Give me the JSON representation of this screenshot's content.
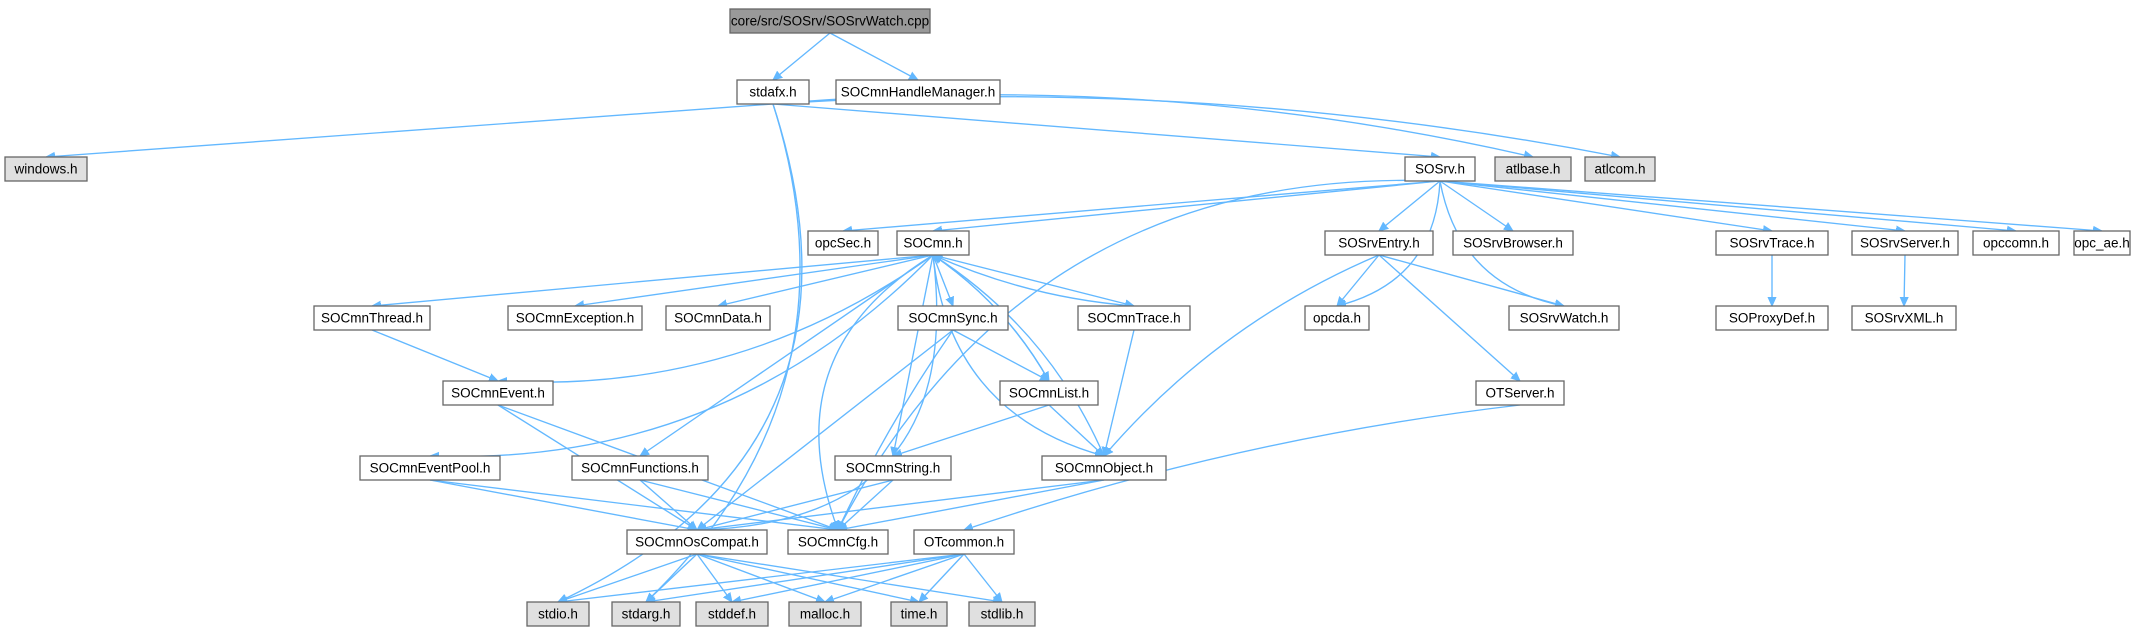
{
  "diagram": {
    "type": "include-dependency-graph",
    "colors": {
      "root_fill": "#999999",
      "local_fill": "#ffffff",
      "system_fill": "#e0e0e0",
      "border": "#666666",
      "edge": "#63b8ff"
    },
    "nodes": [
      {
        "id": "root",
        "label": "core/src/SOSrv/SOSrvWatch.cpp",
        "kind": "root"
      },
      {
        "id": "stdafx",
        "label": "stdafx.h",
        "kind": "local"
      },
      {
        "id": "hmgr",
        "label": "SOCmnHandleManager.h",
        "kind": "local"
      },
      {
        "id": "windows",
        "label": "windows.h",
        "kind": "system"
      },
      {
        "id": "sosrv",
        "label": "SOSrv.h",
        "kind": "local"
      },
      {
        "id": "atlbase",
        "label": "atlbase.h",
        "kind": "system"
      },
      {
        "id": "atlcom",
        "label": "atlcom.h",
        "kind": "system"
      },
      {
        "id": "opcsec",
        "label": "opcSec.h",
        "kind": "local"
      },
      {
        "id": "socmn",
        "label": "SOCmn.h",
        "kind": "local"
      },
      {
        "id": "sosrventry",
        "label": "SOSrvEntry.h",
        "kind": "local"
      },
      {
        "id": "sosrvbrowser",
        "label": "SOSrvBrowser.h",
        "kind": "local"
      },
      {
        "id": "sosrvtrace",
        "label": "SOSrvTrace.h",
        "kind": "local"
      },
      {
        "id": "sosrvserver",
        "label": "SOSrvServer.h",
        "kind": "local"
      },
      {
        "id": "opccomn",
        "label": "opccomn.h",
        "kind": "local"
      },
      {
        "id": "opcae",
        "label": "opc_ae.h",
        "kind": "local"
      },
      {
        "id": "socmnthread",
        "label": "SOCmnThread.h",
        "kind": "local"
      },
      {
        "id": "socmnexception",
        "label": "SOCmnException.h",
        "kind": "local"
      },
      {
        "id": "socmndata",
        "label": "SOCmnData.h",
        "kind": "local"
      },
      {
        "id": "socmnsync",
        "label": "SOCmnSync.h",
        "kind": "local"
      },
      {
        "id": "socmntrace",
        "label": "SOCmnTrace.h",
        "kind": "local"
      },
      {
        "id": "opcda",
        "label": "opcda.h",
        "kind": "local"
      },
      {
        "id": "sosrvwatch",
        "label": "SOSrvWatch.h",
        "kind": "local"
      },
      {
        "id": "soproxydef",
        "label": "SOProxyDef.h",
        "kind": "local"
      },
      {
        "id": "sosrvxml",
        "label": "SOSrvXML.h",
        "kind": "local"
      },
      {
        "id": "socmnevent",
        "label": "SOCmnEvent.h",
        "kind": "local"
      },
      {
        "id": "socmnlist",
        "label": "SOCmnList.h",
        "kind": "local"
      },
      {
        "id": "otserver",
        "label": "OTServer.h",
        "kind": "local"
      },
      {
        "id": "socmneventpool",
        "label": "SOCmnEventPool.h",
        "kind": "local"
      },
      {
        "id": "socmnfunctions",
        "label": "SOCmnFunctions.h",
        "kind": "local"
      },
      {
        "id": "socmnstring",
        "label": "SOCmnString.h",
        "kind": "local"
      },
      {
        "id": "socmnobject",
        "label": "SOCmnObject.h",
        "kind": "local"
      },
      {
        "id": "socmnoscompat",
        "label": "SOCmnOsCompat.h",
        "kind": "local"
      },
      {
        "id": "socmncfg",
        "label": "SOCmnCfg.h",
        "kind": "local"
      },
      {
        "id": "otcommon",
        "label": "OTcommon.h",
        "kind": "local"
      },
      {
        "id": "stdio",
        "label": "stdio.h",
        "kind": "system"
      },
      {
        "id": "stdarg",
        "label": "stdarg.h",
        "kind": "system"
      },
      {
        "id": "stddef",
        "label": "stddef.h",
        "kind": "system"
      },
      {
        "id": "malloc",
        "label": "malloc.h",
        "kind": "system"
      },
      {
        "id": "time",
        "label": "time.h",
        "kind": "system"
      },
      {
        "id": "stdlib",
        "label": "stdlib.h",
        "kind": "system"
      }
    ],
    "edges": [
      [
        "root",
        "stdafx"
      ],
      [
        "root",
        "hmgr"
      ],
      [
        "stdafx",
        "windows"
      ],
      [
        "stdafx",
        "sosrv"
      ],
      [
        "stdafx",
        "atlbase"
      ],
      [
        "stdafx",
        "atlcom"
      ],
      [
        "stdafx",
        "stdio"
      ],
      [
        "stdafx",
        "stdarg"
      ],
      [
        "sosrv",
        "opcsec"
      ],
      [
        "sosrv",
        "socmn"
      ],
      [
        "sosrv",
        "opcda"
      ],
      [
        "sosrv",
        "sosrventry"
      ],
      [
        "sosrv",
        "sosrvbrowser"
      ],
      [
        "sosrv",
        "sosrvwatch"
      ],
      [
        "sosrv",
        "sosrvtrace"
      ],
      [
        "sosrv",
        "sosrvserver"
      ],
      [
        "sosrv",
        "opccomn"
      ],
      [
        "sosrv",
        "opcae"
      ],
      [
        "sosrv",
        "socmncfg"
      ],
      [
        "socmn",
        "socmnthread"
      ],
      [
        "socmn",
        "socmnexception"
      ],
      [
        "socmn",
        "socmndata"
      ],
      [
        "socmn",
        "socmnsync"
      ],
      [
        "socmn",
        "socmntrace"
      ],
      [
        "socmn",
        "socmnevent"
      ],
      [
        "socmn",
        "socmneventpool"
      ],
      [
        "socmn",
        "socmnfunctions"
      ],
      [
        "socmn",
        "socmnstring"
      ],
      [
        "socmn",
        "socmnlist"
      ],
      [
        "socmn",
        "socmnobject"
      ],
      [
        "socmn",
        "socmnoscompat"
      ],
      [
        "socmn",
        "socmncfg"
      ],
      [
        "socmntrace",
        "socmn"
      ],
      [
        "socmntrace",
        "socmnobject"
      ],
      [
        "socmnlist",
        "socmn"
      ],
      [
        "socmnlist",
        "socmnstring"
      ],
      [
        "socmnlist",
        "socmnobject"
      ],
      [
        "socmnobject",
        "socmn"
      ],
      [
        "socmnobject",
        "socmnoscompat"
      ],
      [
        "socmnobject",
        "socmncfg"
      ],
      [
        "socmnthread",
        "socmnevent"
      ],
      [
        "socmnevent",
        "socmnoscompat"
      ],
      [
        "socmnevent",
        "socmncfg"
      ],
      [
        "socmneventpool",
        "socmnoscompat"
      ],
      [
        "socmneventpool",
        "socmncfg"
      ],
      [
        "socmnfunctions",
        "socmnoscompat"
      ],
      [
        "socmnfunctions",
        "socmncfg"
      ],
      [
        "socmnsync",
        "socmnlist"
      ],
      [
        "socmnsync",
        "socmnoscompat"
      ],
      [
        "socmnsync",
        "socmncfg"
      ],
      [
        "socmnstring",
        "socmnoscompat"
      ],
      [
        "socmnstring",
        "socmncfg"
      ],
      [
        "sosrventry",
        "opcda"
      ],
      [
        "sosrventry",
        "sosrvwatch"
      ],
      [
        "sosrventry",
        "otserver"
      ],
      [
        "sosrventry",
        "socmnobject"
      ],
      [
        "sosrvtrace",
        "soproxydef"
      ],
      [
        "sosrvserver",
        "sosrvxml"
      ],
      [
        "otserver",
        "otcommon"
      ],
      [
        "socmnoscompat",
        "stdio"
      ],
      [
        "socmnoscompat",
        "stdarg"
      ],
      [
        "socmnoscompat",
        "stddef"
      ],
      [
        "socmnoscompat",
        "malloc"
      ],
      [
        "socmnoscompat",
        "time"
      ],
      [
        "socmnoscompat",
        "stdlib"
      ],
      [
        "otcommon",
        "stdio"
      ],
      [
        "otcommon",
        "stdarg"
      ],
      [
        "otcommon",
        "stddef"
      ],
      [
        "otcommon",
        "malloc"
      ],
      [
        "otcommon",
        "time"
      ],
      [
        "otcommon",
        "stdlib"
      ]
    ]
  }
}
